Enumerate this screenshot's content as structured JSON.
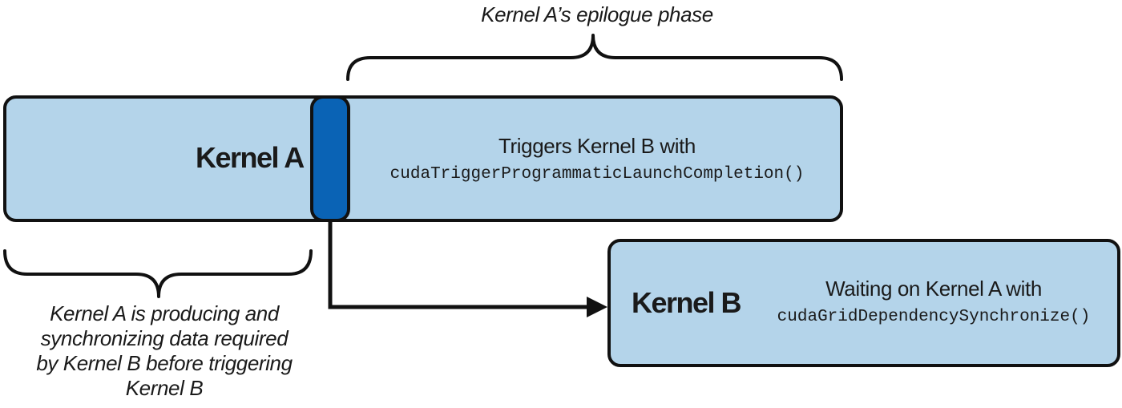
{
  "kernel_a": {
    "title": "Kernel A",
    "description_line1": "Triggers Kernel B with",
    "description_line2": "cudaTriggerProgrammaticLaunchCompletion()"
  },
  "kernel_b": {
    "title": "Kernel B",
    "description_line1": "Waiting on Kernel A with",
    "description_line2": "cudaGridDependencySynchronize()"
  },
  "annotations": {
    "epilogue_label": "Kernel A’s epilogue phase",
    "producing_label": "Kernel A is producing and synchronizing data required by Kernel B before triggering Kernel B"
  },
  "colors": {
    "box_fill": "#b4d4ea",
    "trigger_marker": "#0a63b5",
    "outline": "#111111"
  }
}
